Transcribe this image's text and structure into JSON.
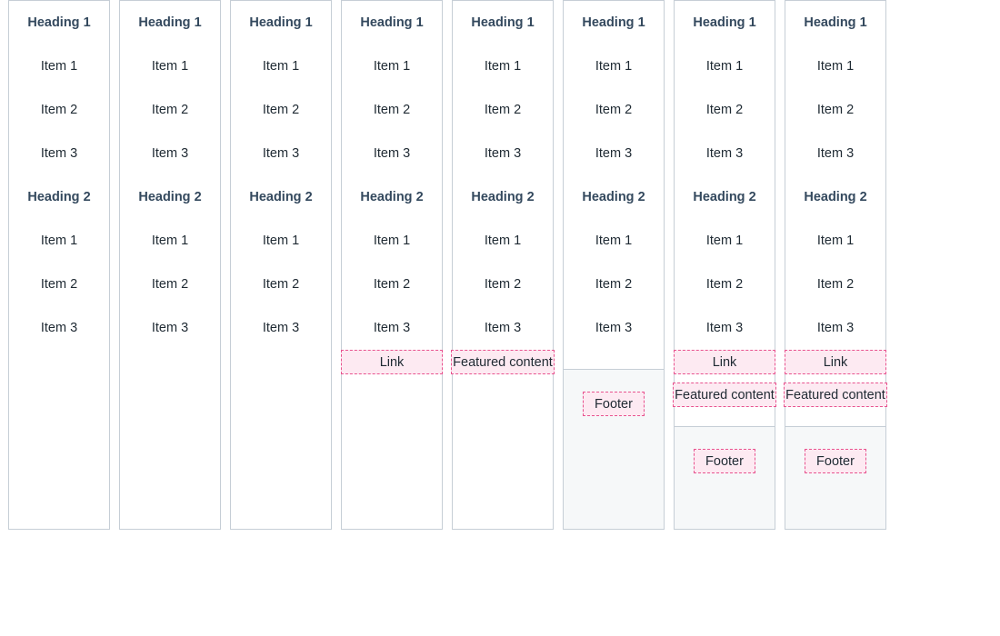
{
  "page": {
    "background": "#ffffff",
    "column_border_color": "#c6ced6",
    "heading_color": "#34495e",
    "item_color": "#1f2a33",
    "annotation_border_color": "#e8538f",
    "annotation_fill_color": "#fdeaf2",
    "footer_background": "#f6f8f9"
  },
  "labels": {
    "heading_1": "Heading 1",
    "heading_2": "Heading 2",
    "item_1": "Item 1",
    "item_2": "Item 2",
    "item_3": "Item 3",
    "link": "Link",
    "featured_content": "Featured content",
    "footer": "Footer"
  },
  "columns": [
    {
      "index": 1,
      "sections": [
        {
          "type": "heading",
          "text": "Heading 1"
        },
        {
          "type": "item",
          "text": "Item 1"
        },
        {
          "type": "item",
          "text": "Item 2"
        },
        {
          "type": "item",
          "text": "Item 3"
        },
        {
          "type": "heading",
          "text": "Heading 2"
        },
        {
          "type": "item",
          "text": "Item 1"
        },
        {
          "type": "item",
          "text": "Item 2"
        },
        {
          "type": "item",
          "text": "Item 3"
        }
      ],
      "has_link": false,
      "has_featured": false,
      "has_footer": false
    },
    {
      "index": 2,
      "sections": [
        {
          "type": "heading",
          "text": "Heading 1"
        },
        {
          "type": "item",
          "text": "Item 1"
        },
        {
          "type": "item",
          "text": "Item 2"
        },
        {
          "type": "item",
          "text": "Item 3"
        },
        {
          "type": "heading",
          "text": "Heading 2"
        },
        {
          "type": "item",
          "text": "Item 1"
        },
        {
          "type": "item",
          "text": "Item 2"
        },
        {
          "type": "item",
          "text": "Item 3"
        }
      ],
      "has_link": false,
      "has_featured": false,
      "has_footer": false
    },
    {
      "index": 3,
      "sections": [
        {
          "type": "heading",
          "text": "Heading 1"
        },
        {
          "type": "item",
          "text": "Item 1"
        },
        {
          "type": "item",
          "text": "Item 2"
        },
        {
          "type": "item",
          "text": "Item 3"
        },
        {
          "type": "heading",
          "text": "Heading 2"
        },
        {
          "type": "item",
          "text": "Item 1"
        },
        {
          "type": "item",
          "text": "Item 2"
        },
        {
          "type": "item",
          "text": "Item 3"
        }
      ],
      "has_link": false,
      "has_featured": false,
      "has_footer": false
    },
    {
      "index": 4,
      "sections": [
        {
          "type": "heading",
          "text": "Heading 1"
        },
        {
          "type": "item",
          "text": "Item 1"
        },
        {
          "type": "item",
          "text": "Item 2"
        },
        {
          "type": "item",
          "text": "Item 3"
        },
        {
          "type": "heading",
          "text": "Heading 2"
        },
        {
          "type": "item",
          "text": "Item 1"
        },
        {
          "type": "item",
          "text": "Item 2"
        },
        {
          "type": "item",
          "text": "Item 3"
        }
      ],
      "has_link": true,
      "link_text": "Link",
      "has_featured": false,
      "has_footer": false
    },
    {
      "index": 5,
      "sections": [
        {
          "type": "heading",
          "text": "Heading 1"
        },
        {
          "type": "item",
          "text": "Item 1"
        },
        {
          "type": "item",
          "text": "Item 2"
        },
        {
          "type": "item",
          "text": "Item 3"
        },
        {
          "type": "heading",
          "text": "Heading 2"
        },
        {
          "type": "item",
          "text": "Item 1"
        },
        {
          "type": "item",
          "text": "Item 2"
        },
        {
          "type": "item",
          "text": "Item 3"
        }
      ],
      "has_link": false,
      "has_featured": true,
      "featured_text": "Featured content",
      "has_footer": false
    },
    {
      "index": 6,
      "sections": [
        {
          "type": "heading",
          "text": "Heading 1"
        },
        {
          "type": "item",
          "text": "Item 1"
        },
        {
          "type": "item",
          "text": "Item 2"
        },
        {
          "type": "item",
          "text": "Item 3"
        },
        {
          "type": "heading",
          "text": "Heading 2"
        },
        {
          "type": "item",
          "text": "Item 1"
        },
        {
          "type": "item",
          "text": "Item 2"
        },
        {
          "type": "item",
          "text": "Item 3"
        }
      ],
      "has_link": false,
      "has_featured": false,
      "has_footer": true,
      "footer_text": "Footer"
    },
    {
      "index": 7,
      "sections": [
        {
          "type": "heading",
          "text": "Heading 1"
        },
        {
          "type": "item",
          "text": "Item 1"
        },
        {
          "type": "item",
          "text": "Item 2"
        },
        {
          "type": "item",
          "text": "Item 3"
        },
        {
          "type": "heading",
          "text": "Heading 2"
        },
        {
          "type": "item",
          "text": "Item 1"
        },
        {
          "type": "item",
          "text": "Item 2"
        },
        {
          "type": "item",
          "text": "Item 3"
        }
      ],
      "has_link": true,
      "link_text": "Link",
      "has_featured": true,
      "featured_text": "Featured content",
      "has_footer": true,
      "footer_text": "Footer"
    },
    {
      "index": 8,
      "sections": [
        {
          "type": "heading",
          "text": "Heading 1"
        },
        {
          "type": "item",
          "text": "Item 1"
        },
        {
          "type": "item",
          "text": "Item 2"
        },
        {
          "type": "item",
          "text": "Item 3"
        },
        {
          "type": "heading",
          "text": "Heading 2"
        },
        {
          "type": "item",
          "text": "Item 1"
        },
        {
          "type": "item",
          "text": "Item 2"
        },
        {
          "type": "item",
          "text": "Item 3"
        }
      ],
      "has_link": true,
      "link_text": "Link",
      "has_featured": true,
      "featured_text": "Featured content",
      "has_footer": true,
      "footer_text": "Footer"
    }
  ]
}
